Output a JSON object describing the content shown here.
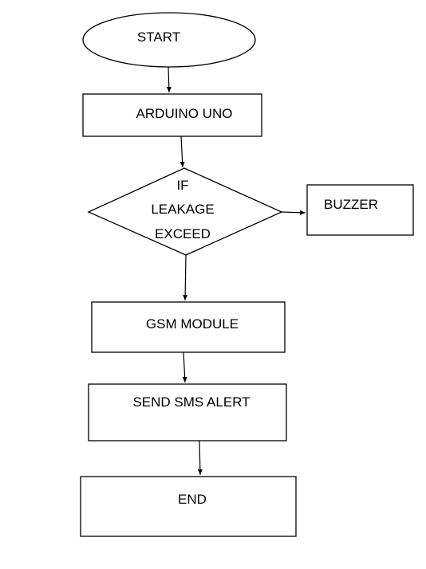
{
  "diagram": {
    "start": {
      "label": "START"
    },
    "arduino": {
      "label": "ARDUINO UNO"
    },
    "decision": {
      "lines": [
        "IF",
        "LEAKAGE",
        "EXCEED"
      ]
    },
    "buzzer": {
      "label": "BUZZER"
    },
    "gsm": {
      "label": "GSM MODULE"
    },
    "sms": {
      "label": "SEND SMS ALERT"
    },
    "end": {
      "label": "END"
    }
  },
  "colors": {
    "stroke": "#000000",
    "fill": "#ffffff",
    "text": "#000000"
  }
}
